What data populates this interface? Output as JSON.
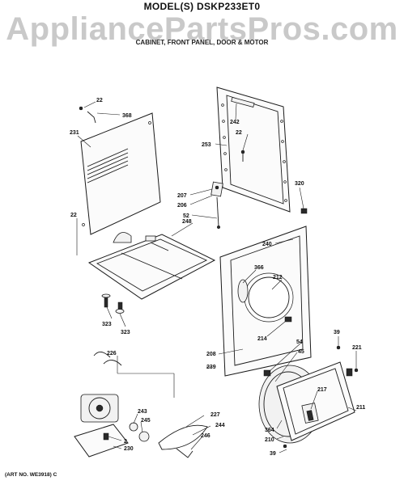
{
  "header": {
    "title": "MODEL(S) DSKP233ET0",
    "watermark": "AppliancePartsPros.com",
    "subtitle": "CABINET, FRONT PANEL, DOOR & MOTOR"
  },
  "footer": {
    "art_no": "(ART NO. WE3918) C"
  },
  "callouts": [
    {
      "id": "c-22-a",
      "text": "22"
    },
    {
      "id": "c-368",
      "text": "368"
    },
    {
      "id": "c-231",
      "text": "231"
    },
    {
      "id": "c-242",
      "text": "242"
    },
    {
      "id": "c-22-b",
      "text": "22"
    },
    {
      "id": "c-253",
      "text": "253"
    },
    {
      "id": "c-22-c",
      "text": "22"
    },
    {
      "id": "c-320",
      "text": "320"
    },
    {
      "id": "c-207",
      "text": "207"
    },
    {
      "id": "c-206",
      "text": "206"
    },
    {
      "id": "c-52",
      "text": "52"
    },
    {
      "id": "c-248",
      "text": "248"
    },
    {
      "id": "c-240",
      "text": "240"
    },
    {
      "id": "c-366",
      "text": "366"
    },
    {
      "id": "c-212",
      "text": "212"
    },
    {
      "id": "c-323-a",
      "text": "323"
    },
    {
      "id": "c-323-b",
      "text": "323"
    },
    {
      "id": "c-214",
      "text": "214"
    },
    {
      "id": "c-39-a",
      "text": "39"
    },
    {
      "id": "c-54",
      "text": "54"
    },
    {
      "id": "c-45",
      "text": "45"
    },
    {
      "id": "c-221",
      "text": "221"
    },
    {
      "id": "c-208",
      "text": "208"
    },
    {
      "id": "c-226",
      "text": "226"
    },
    {
      "id": "c-239",
      "text": "239"
    },
    {
      "id": "c-217",
      "text": "217"
    },
    {
      "id": "c-211",
      "text": "211"
    },
    {
      "id": "c-243",
      "text": "243"
    },
    {
      "id": "c-245",
      "text": "245"
    },
    {
      "id": "c-227",
      "text": "227"
    },
    {
      "id": "c-244",
      "text": "244"
    },
    {
      "id": "c-364",
      "text": "364"
    },
    {
      "id": "c-210",
      "text": "210"
    },
    {
      "id": "c-246",
      "text": "246"
    },
    {
      "id": "c-2",
      "text": "2"
    },
    {
      "id": "c-230",
      "text": "230"
    },
    {
      "id": "c-39-b",
      "text": "39"
    }
  ]
}
